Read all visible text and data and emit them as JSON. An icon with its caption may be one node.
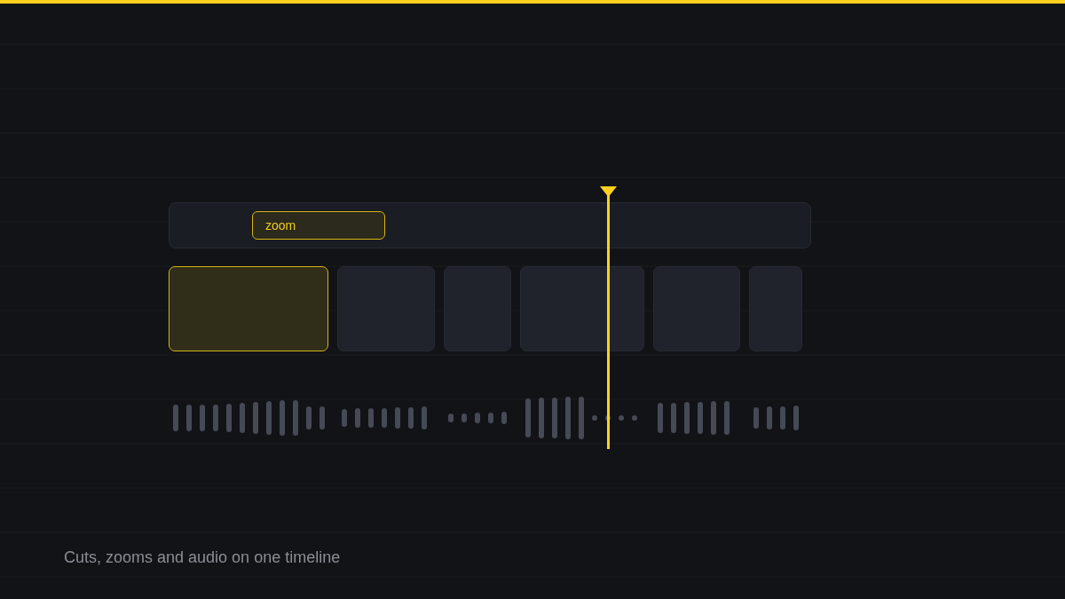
{
  "diagram": {
    "caption": "Cuts, zooms and audio on one timeline",
    "nodes": [
      {
        "text": [],
        "shape": "bar"
      },
      {
        "text": [
          "zoom"
        ],
        "in": 0
      },
      {
        "text": [],
        "shape": "box"
      },
      {
        "text": [],
        "shape": "box"
      },
      {
        "text": [],
        "shape": "box"
      },
      {
        "text": [],
        "shape": "box"
      },
      {
        "text": [],
        "shape": "box"
      },
      {
        "text": [],
        "shape": "box"
      }
    ]
  }
}
